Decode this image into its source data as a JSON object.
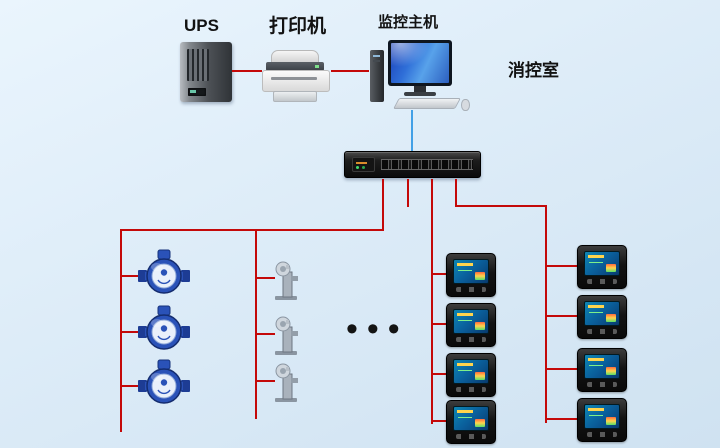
{
  "diagram": {
    "type": "fire-monitoring-system-topology",
    "labels": {
      "ups": "UPS",
      "printer": "打印机",
      "monitor_host": "监控主机",
      "control_room": "消控室",
      "ellipsis": "•••"
    },
    "colors": {
      "connector_red": "#c40909",
      "uplink_blue": "#42a0e6",
      "background_top": "#eaf5fd",
      "background_bottom": "#cfe2f1"
    },
    "devices": {
      "ups_count": 1,
      "printer_count": 1,
      "monitor_host_count": 1,
      "data_collector_count": 1,
      "water_meter_count": 3,
      "flow_sensor_count": 3,
      "power_meter_left_count": 4,
      "power_meter_right_count": 4
    }
  }
}
